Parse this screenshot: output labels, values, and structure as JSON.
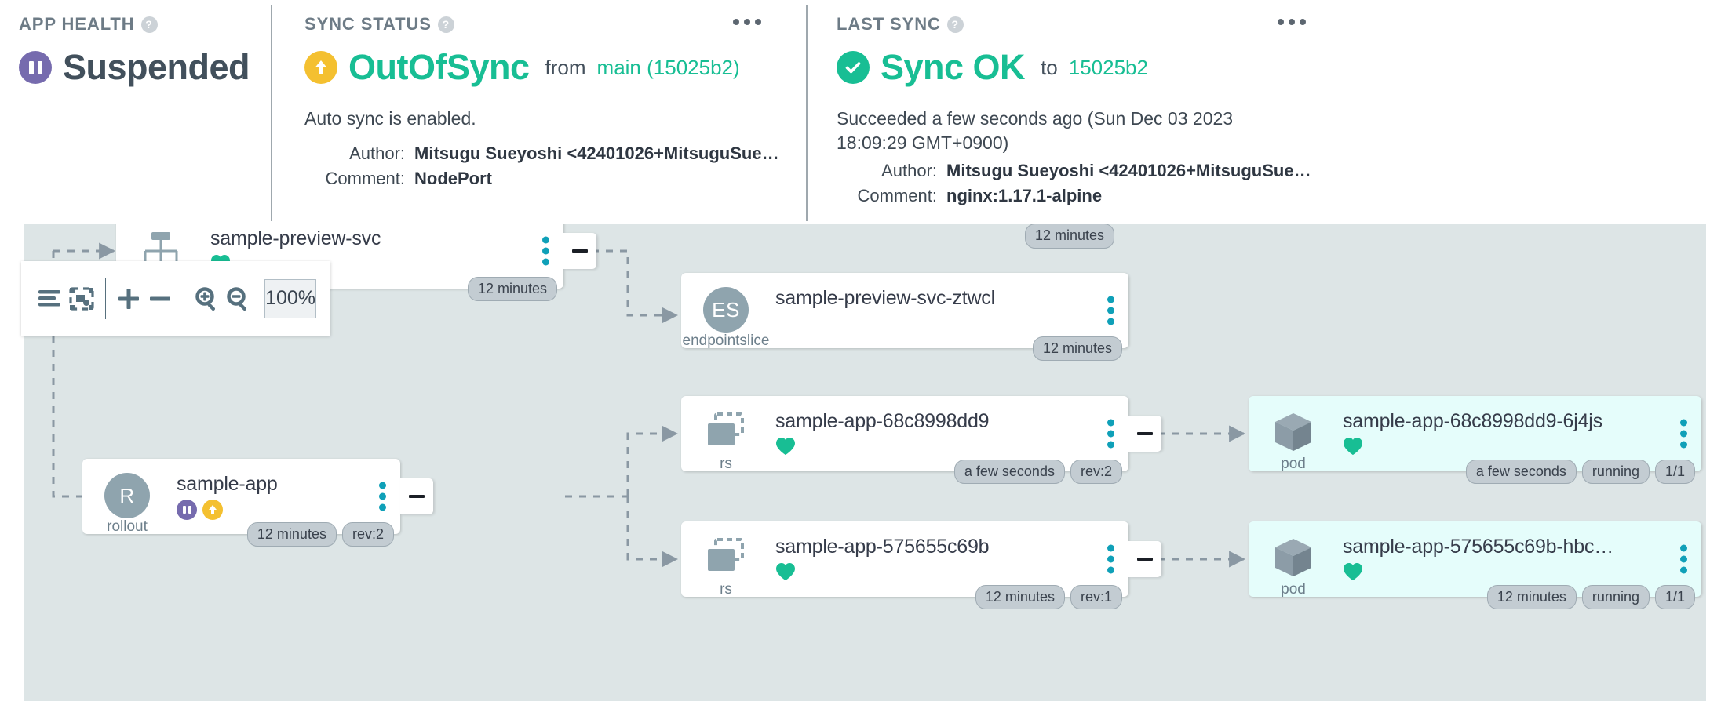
{
  "header": {
    "app_health": {
      "label": "APP HEALTH",
      "help": "?",
      "status": "Suspended",
      "status_icon": "pause-circle-icon",
      "status_color": "#766bae"
    },
    "sync_status": {
      "label": "SYNC STATUS",
      "help": "?",
      "status": "OutOfSync",
      "status_icon": "arrow-up-circle-icon",
      "status_color": "#18be94",
      "icon_bg": "#f4c030",
      "from_label": "from",
      "revision": "main (15025b2)",
      "auto_sync": "Auto sync is enabled.",
      "author_label": "Author:",
      "author_value": "Mitsugu Sueyoshi <42401026+MitsuguSuey…",
      "comment_label": "Comment:",
      "comment_value": "NodePort",
      "menu_icon": "kebab-menu-icon"
    },
    "last_sync": {
      "label": "LAST SYNC",
      "help": "?",
      "status": "Sync OK",
      "status_icon": "check-circle-icon",
      "status_color": "#18be94",
      "to_label": "to",
      "revision": "15025b2",
      "detail": "Succeeded a few seconds ago (Sun Dec 03 2023 18:09:29 GMT+0900)",
      "author_label": "Author:",
      "author_value": "Mitsugu Sueyoshi <42401026+MitsuguSuey…",
      "comment_label": "Comment:",
      "comment_value": "nginx:1.17.1-alpine",
      "menu_icon": "kebab-menu-icon"
    }
  },
  "toolbar": {
    "buttons": [
      {
        "name": "list-view-icon",
        "title": "List view"
      },
      {
        "name": "fit-to-screen-icon",
        "title": "Fit to screen"
      },
      {
        "name": "expand-icon",
        "title": "Expand"
      },
      {
        "name": "collapse-icon",
        "title": "Collapse"
      },
      {
        "name": "zoom-in-icon",
        "title": "Zoom in"
      },
      {
        "name": "zoom-out-icon",
        "title": "Zoom out"
      }
    ],
    "zoom_value": "100%"
  },
  "graph": {
    "orphan_badge": {
      "text": "12 minutes"
    },
    "nodes": [
      {
        "id": "svc-preview",
        "kind": "svc",
        "kind_icon": "service-icon",
        "title": "sample-preview-svc",
        "badges": [
          "12 minutes"
        ],
        "menu_icon": "kebab-menu-icon",
        "has_collapse": true
      },
      {
        "id": "es-preview",
        "kind": "endpointslice",
        "kind_icon": "endpointslice-icon",
        "kind_initials": "ES",
        "title": "sample-preview-svc-ztwcl",
        "badges": [
          "12 minutes"
        ],
        "menu_icon": "kebab-menu-icon",
        "has_collapse": false
      },
      {
        "id": "rollout-sample-app",
        "kind": "rollout",
        "kind_icon": "rollout-icon",
        "kind_initials": "R",
        "title": "sample-app",
        "status_icons": [
          "pause-circle-icon",
          "arrow-up-circle-icon"
        ],
        "badges": [
          "12 minutes",
          "rev:2"
        ],
        "menu_icon": "kebab-menu-icon",
        "has_collapse": true
      },
      {
        "id": "rs-68c8998dd9",
        "kind": "rs",
        "kind_icon": "replicaset-icon",
        "title": "sample-app-68c8998dd9",
        "status_icons": [
          "heart-icon"
        ],
        "badges": [
          "a few seconds",
          "rev:2"
        ],
        "menu_icon": "kebab-menu-icon",
        "has_collapse": true
      },
      {
        "id": "rs-575655c69b",
        "kind": "rs",
        "kind_icon": "replicaset-icon",
        "title": "sample-app-575655c69b",
        "status_icons": [
          "heart-icon"
        ],
        "badges": [
          "12 minutes",
          "rev:1"
        ],
        "menu_icon": "kebab-menu-icon",
        "has_collapse": true
      },
      {
        "id": "pod-6j4js",
        "kind": "pod",
        "kind_icon": "pod-cube-icon",
        "title": "sample-app-68c8998dd9-6j4js",
        "status_icons": [
          "heart-icon"
        ],
        "badges": [
          "a few seconds",
          "running",
          "1/1"
        ],
        "menu_icon": "kebab-menu-icon",
        "has_collapse": false
      },
      {
        "id": "pod-hbc",
        "kind": "pod",
        "kind_icon": "pod-cube-icon",
        "title": "sample-app-575655c69b-hbc…",
        "status_icons": [
          "heart-icon"
        ],
        "badges": [
          "12 minutes",
          "running",
          "1/1"
        ],
        "menu_icon": "kebab-menu-icon",
        "has_collapse": false
      }
    ]
  },
  "colors": {
    "canvas_bg": "#dde5e6",
    "node_bg": "#ffffff",
    "pod_bg": "#e5fdfb",
    "accent_teal": "#0fa0b8",
    "healthy_green": "#18be94",
    "warn_yellow": "#f4c030",
    "suspended_purple": "#766bae",
    "edge_gray": "#8a98a3"
  }
}
